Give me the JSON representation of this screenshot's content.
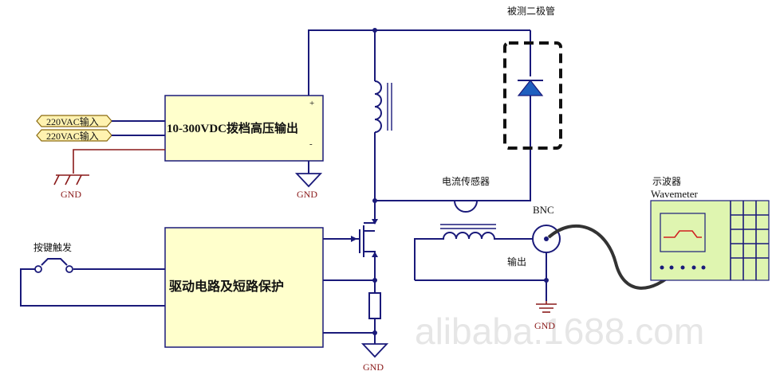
{
  "diagram": {
    "labels": {
      "dut": "被测二极管",
      "psu": "10-300VDC拨档高压输出",
      "psu_plus": "+",
      "psu_minus": "-",
      "ac_in_1": "220VAC输入",
      "ac_in_2": "220VAC输入",
      "gnd_left": "GND",
      "gnd_psu": "GND",
      "gnd_drive": "GND",
      "gnd_bnc": "GND",
      "driver": "驱动电路及短路保护",
      "switch": "按键触发",
      "current_sensor": "电流传感器",
      "bnc": "BNC",
      "output": "输出",
      "scope_cn": "示波器",
      "scope_en": "Wavemeter",
      "watermark": "alibaba.1688.com"
    },
    "colors": {
      "wire": "#1a1a7a",
      "box_fill": "#ffffcc",
      "diode_fill": "#1f5fbf",
      "tag_fill": "#fff2b0",
      "scope_fill": "#dff5b0",
      "gnd_red": "#8a1a1a"
    }
  }
}
